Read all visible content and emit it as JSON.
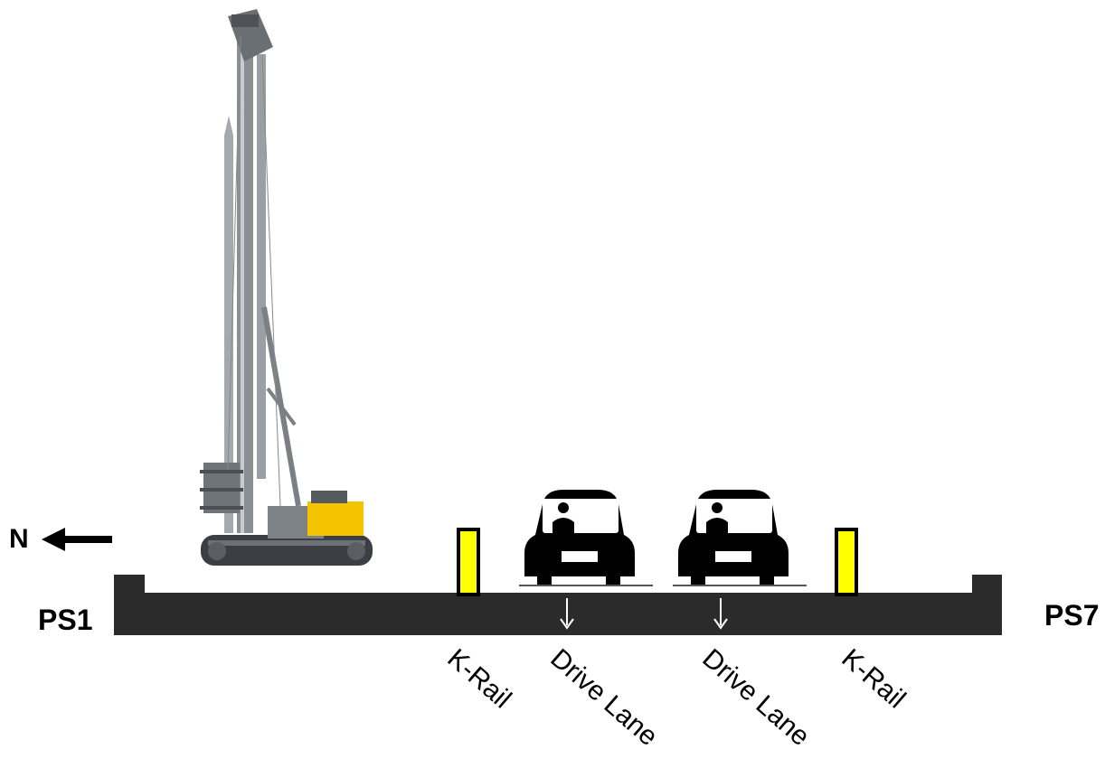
{
  "diagram": {
    "compass": {
      "label": "N",
      "arrow_icon": "left-arrow-icon"
    },
    "stations": {
      "left": "PS1",
      "right": "PS7"
    },
    "lanes": [
      {
        "label": "K-Rail"
      },
      {
        "label": "Drive Lane"
      },
      {
        "label": "Drive Lane"
      },
      {
        "label": "K-Rail"
      }
    ],
    "colors": {
      "deck": "#2b2b2b",
      "krail_fill": "#ffff00",
      "krail_stroke": "#000000",
      "car": "#000000",
      "rig_body": "#8a8f94",
      "rig_cab": "#f5c400"
    },
    "icons": [
      "drill-rig-icon",
      "car-icon",
      "car-icon",
      "k-rail-icon",
      "k-rail-icon",
      "down-arrow-icon",
      "down-arrow-icon"
    ]
  }
}
